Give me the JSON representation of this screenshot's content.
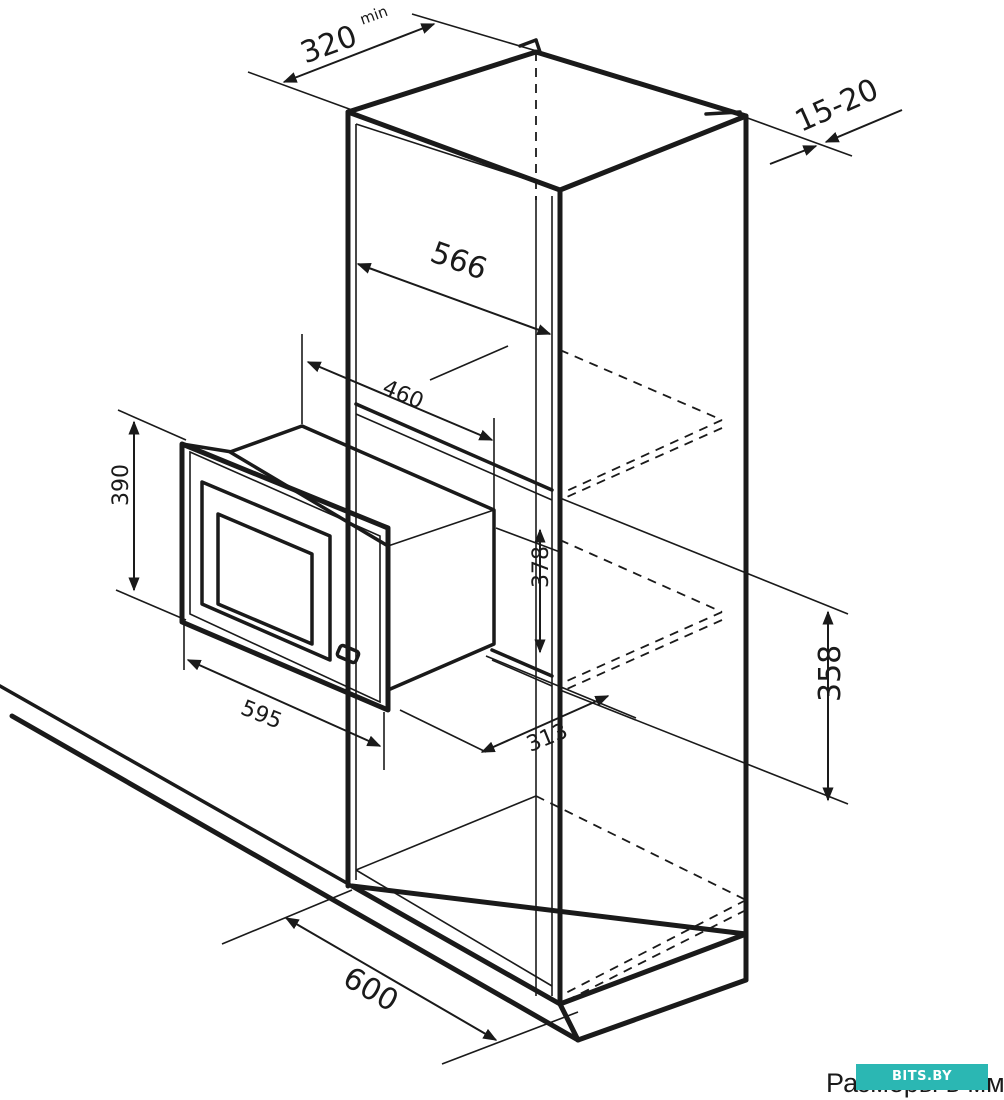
{
  "diagram": {
    "dimensions": {
      "d320": "320",
      "d320_suffix": "min",
      "d15_20": "15-20",
      "d566": "566",
      "d460": "460",
      "d390": "390",
      "d378": "378",
      "d358": "358",
      "d595": "595",
      "d313": "313",
      "d600": "600"
    },
    "caption": "Размеры в мм",
    "watermark": "BITS.BY"
  }
}
